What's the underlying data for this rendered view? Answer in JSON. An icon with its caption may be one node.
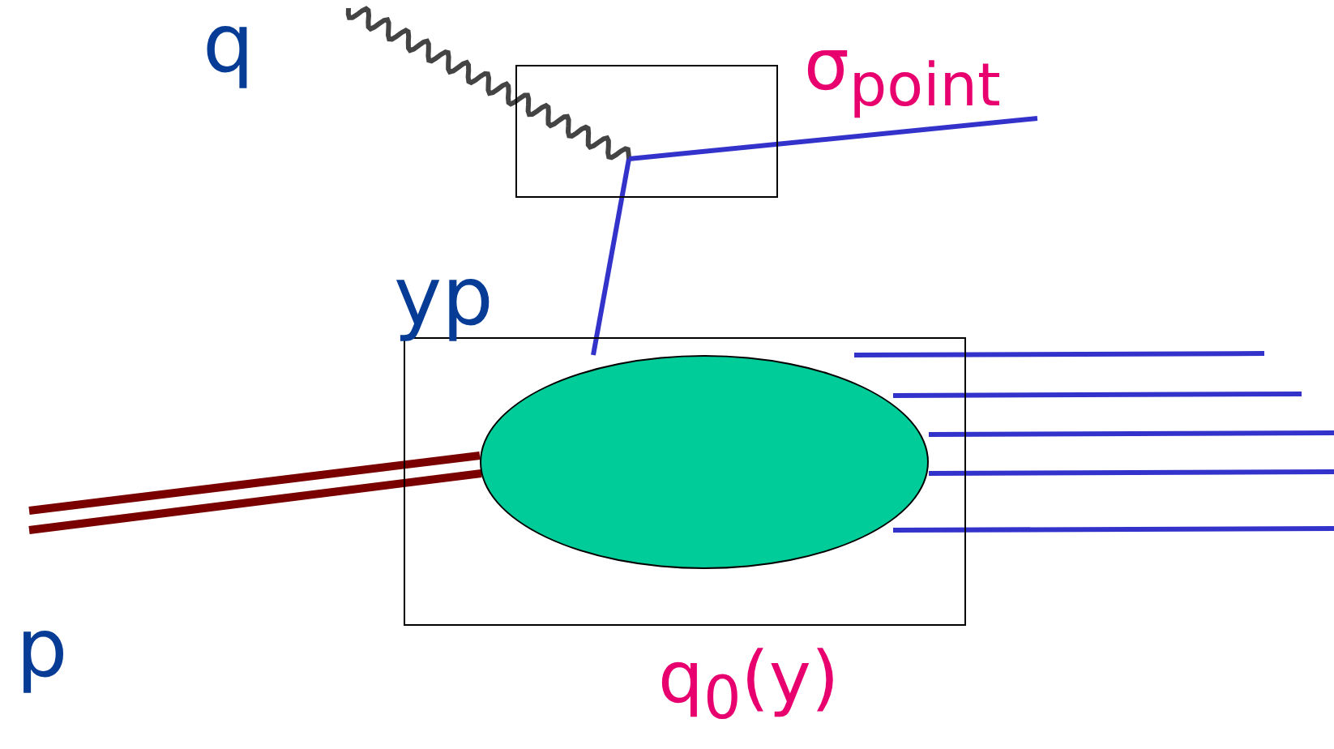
{
  "diagram": {
    "nodes": [
      {
        "text": [],
        "shape": "box",
        "beside": [
          "σ$_{point}$"
        ]
      },
      {
        "text": [],
        "shape": "box",
        "beside": [
          "q$_{0}$(y)"
        ]
      },
      {
        "text": [],
        "shape": "ellipse",
        "in": 1
      }
    ],
    "edges": [
      {
        "from": null,
        "to": 0,
        "arrow": "none",
        "color": "#444444"
      },
      {
        "from": 0,
        "to": null,
        "arrow": "none"
      },
      {
        "from": 0,
        "to": 2,
        "arrow": "none"
      },
      {
        "from": null,
        "to": 2,
        "arrow": "none",
        "color": "#7a0000"
      },
      {
        "from": 2,
        "to": null,
        "arrow": "none"
      },
      {
        "from": 2,
        "to": null,
        "arrow": "none"
      },
      {
        "from": 2,
        "to": null,
        "arrow": "none"
      },
      {
        "from": 2,
        "to": null,
        "arrow": "none"
      },
      {
        "from": 2,
        "to": null,
        "arrow": "none"
      }
    ],
    "labels": [
      "q",
      "yp",
      "p"
    ]
  }
}
